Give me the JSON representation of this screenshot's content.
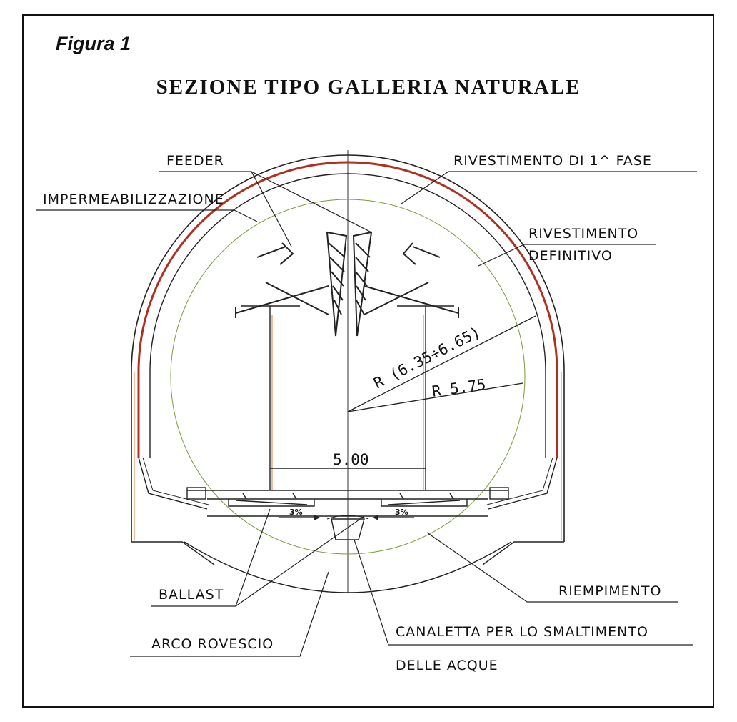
{
  "figure_label": "Figura 1",
  "title": "SEZIONE TIPO GALLERIA NATURALE",
  "labels": {
    "feeder": "FEEDER",
    "impermeabilizzazione": "IMPERMEABILIZZAZIONE",
    "rivestimento_prima_fase": "RIVESTIMENTO DI 1^ FASE",
    "rivestimento_definitivo_1": "RIVESTIMENTO",
    "rivestimento_definitivo_2": "DEFINITIVO",
    "ballast": "BALLAST",
    "arco_rovescio": "ARCO ROVESCIO",
    "riempimento": "RIEMPIMENTO",
    "canaletta_1": "CANALETTA PER LO SMALTIMENTO",
    "canaletta_2": "DELLE ACQUE"
  },
  "dimensions": {
    "outer_radius": "R (6.35÷6.65)",
    "inner_radius": "R 5.75",
    "width": "5.00",
    "slope_left": "3%",
    "slope_right": "3%"
  },
  "colors": {
    "line": "#222222",
    "waterproofing": "#b03020",
    "accent_orange": "#d08040",
    "inner_circle": "#7a9a3a"
  }
}
